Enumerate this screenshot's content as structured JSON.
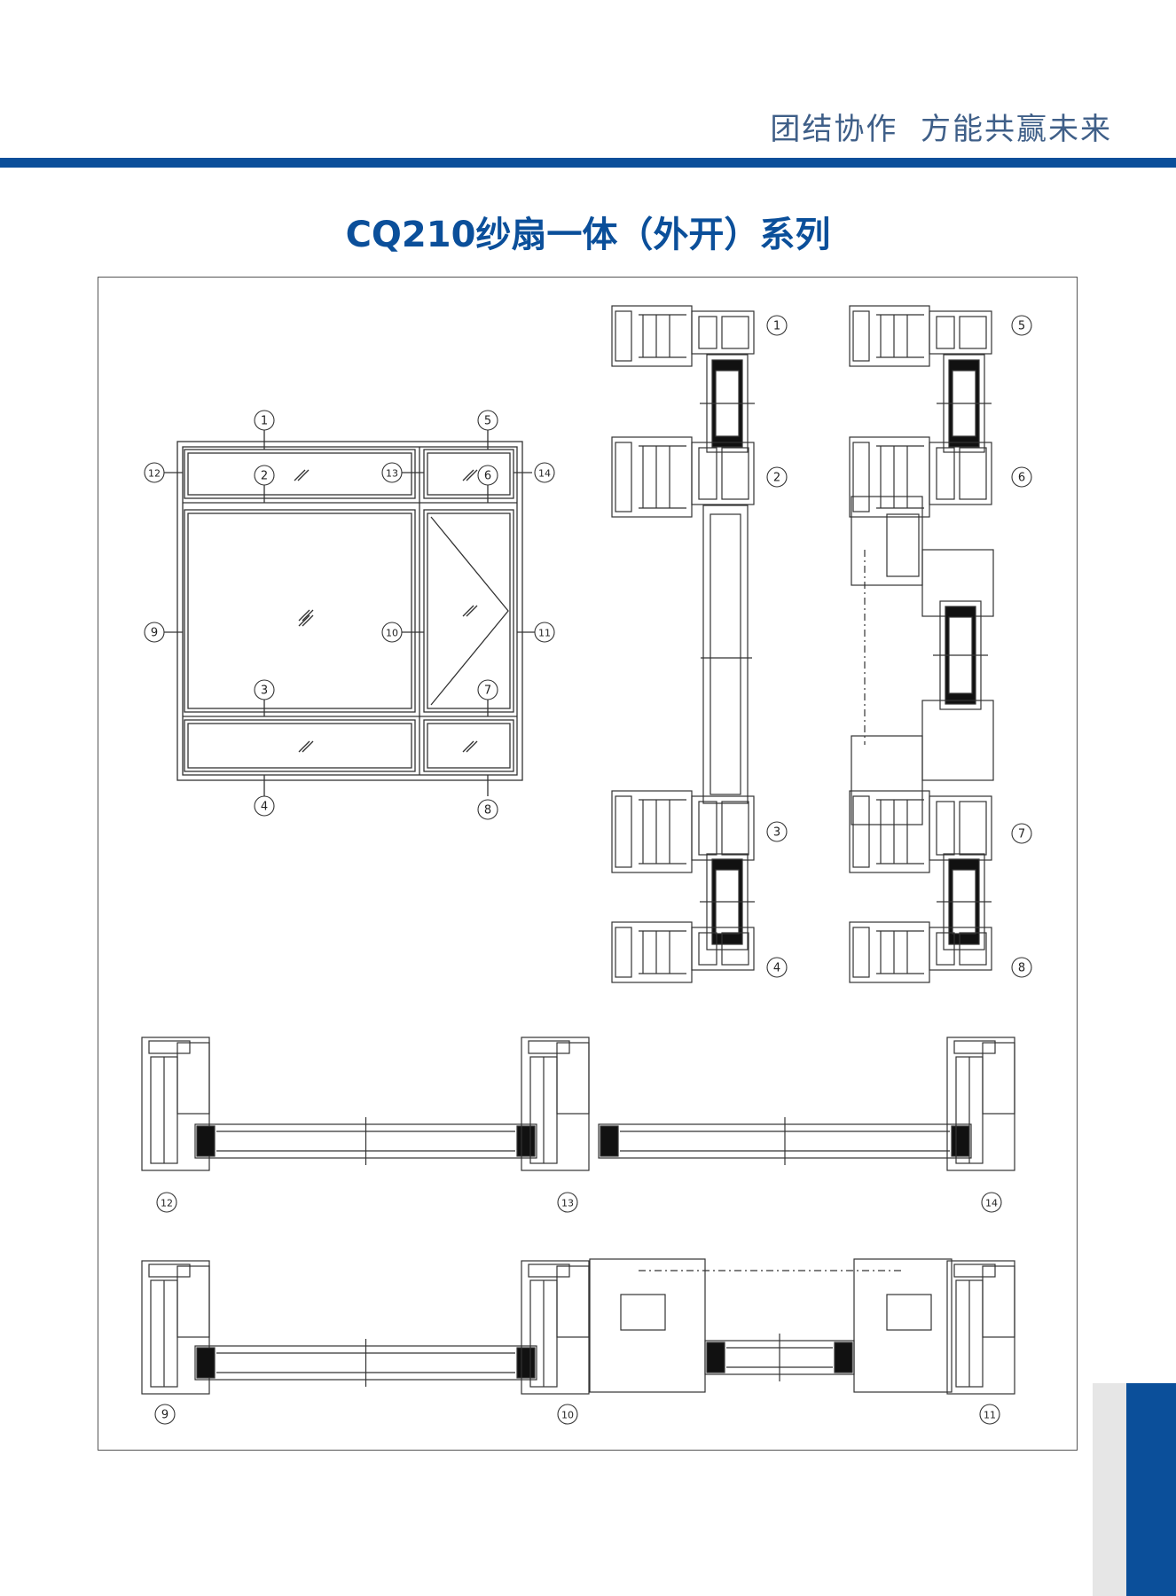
{
  "header": {
    "slogan": "团结协作  方能共赢未来",
    "accent_color": "#0b4f9a"
  },
  "page": {
    "title": "CQ210纱扇一体（外开）系列"
  },
  "elevation": {
    "callouts": [
      "1",
      "2",
      "3",
      "4",
      "5",
      "6",
      "7",
      "8",
      "9",
      "10",
      "11",
      "12",
      "13",
      "14"
    ]
  },
  "sections": {
    "vertical_left_labels": [
      "1",
      "2",
      "3",
      "4"
    ],
    "vertical_right_labels": [
      "5",
      "6",
      "7",
      "8"
    ],
    "horizontal_top_labels": [
      "12",
      "13",
      "14"
    ],
    "horizontal_bottom_labels": [
      "9",
      "10",
      "11"
    ]
  }
}
